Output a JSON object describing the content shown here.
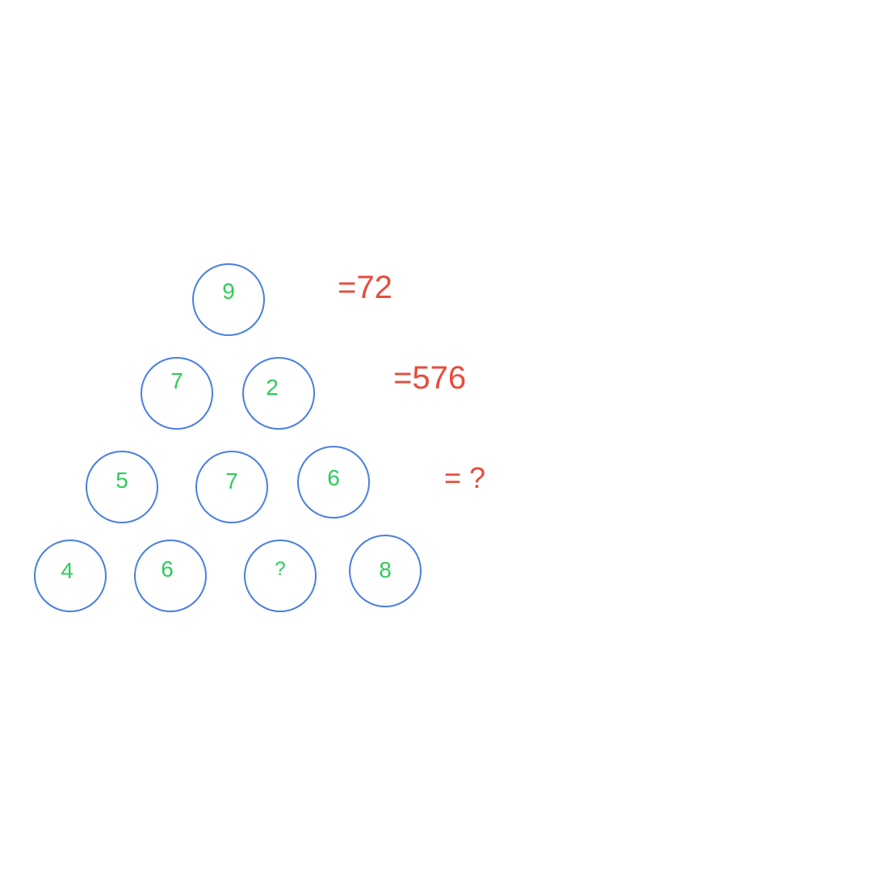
{
  "rows": [
    {
      "circles": [
        "9"
      ],
      "result": "=72"
    },
    {
      "circles": [
        "7",
        "2"
      ],
      "result": "=576"
    },
    {
      "circles": [
        "5",
        "7",
        "6"
      ],
      "result": "= ?"
    },
    {
      "circles": [
        "4",
        "6",
        "?",
        "8"
      ]
    }
  ],
  "colors": {
    "circle_border": "#4a7fe0",
    "number": "#2ecc5a",
    "result": "#e74c3c",
    "background": "#ffffff"
  }
}
